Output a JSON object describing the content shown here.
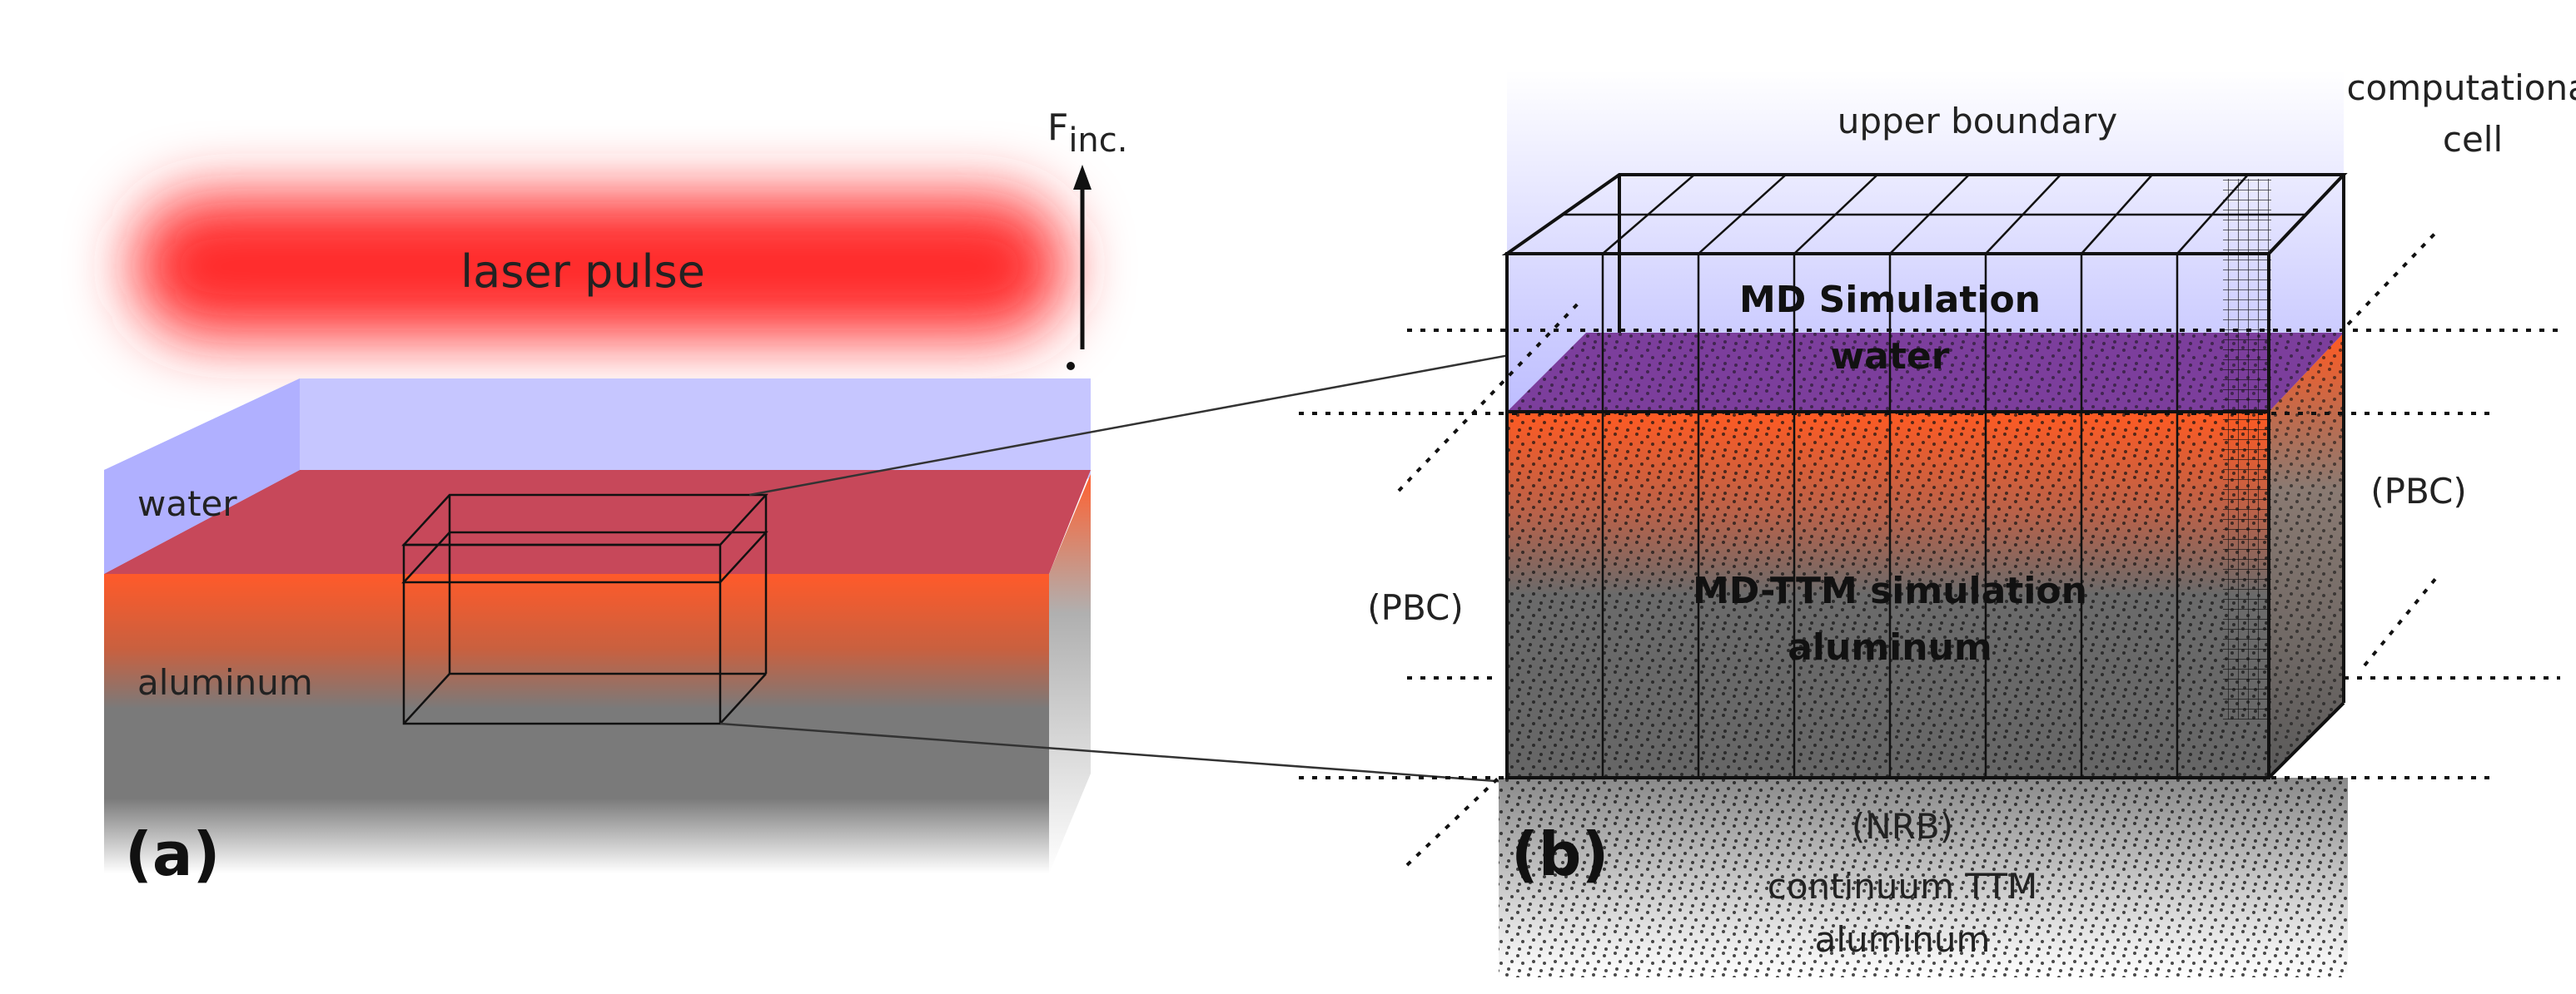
{
  "panel_a": {
    "laser_label": "laser pulse",
    "fluence_main": "F",
    "fluence_sub": "inc.",
    "water_label": "water",
    "aluminum_label": "aluminum",
    "panel_label": "(a)"
  },
  "panel_b": {
    "upper_boundary_label": "upper boundary",
    "cell_label_line1": "computational",
    "cell_label_line2": "cell",
    "md_label_line1": "MD Simulation",
    "md_label_line2": "water",
    "pbc_left_label": "(PBC)",
    "pbc_right_label": "(PBC)",
    "mdttm_label_line1": "MD-TTM simulation",
    "mdttm_label_line2": "aluminum",
    "nrb_label": "(NRB)",
    "continuum_label_line1": "continuum TTM",
    "continuum_label_line2": "aluminum",
    "panel_label": "(b)"
  },
  "colors": {
    "laser": "#ff2a2a",
    "water": "#b8b8ff",
    "water_in_box": "#7a3f9a",
    "hot_metal_top": "#ff5a2a",
    "metal": "#6e6e6e",
    "outline": "#111111"
  }
}
